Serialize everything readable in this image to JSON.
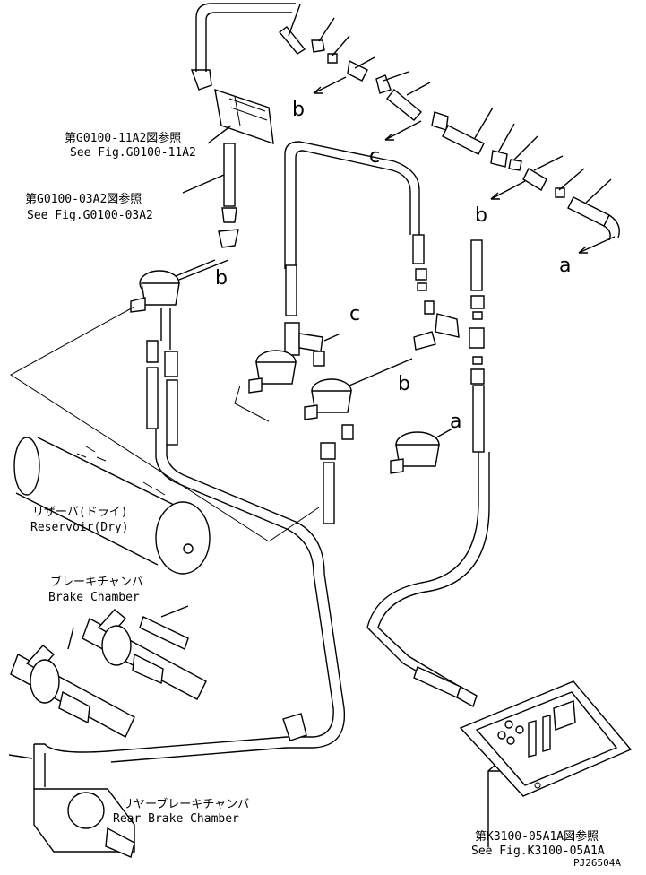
{
  "refs": {
    "g0100_11a2": {
      "jp": "第G0100-11A2図参照",
      "en": "See Fig.G0100-11A2"
    },
    "g0100_03a2": {
      "jp": "第G0100-03A2図参照",
      "en": "See Fig.G0100-03A2"
    },
    "k3100_05a1a": {
      "jp": "第K3100-05A1A図参照",
      "en": "See Fig.K3100-05A1A"
    }
  },
  "components": {
    "reservoir": {
      "jp": "リザーバ(ドライ)",
      "en": "Reservoir(Dry)"
    },
    "brake_chamber": {
      "jp": "ブレーキチャンバ",
      "en": "Brake Chamber"
    },
    "rear_brake_chamber": {
      "jp": "リヤーブレーキチャンバ",
      "en": "Rear Brake Chamber"
    }
  },
  "connection_letters": {
    "b1": "b",
    "b2": "b",
    "b3": "b",
    "b4": "b",
    "a1": "a",
    "a2": "a",
    "c1": "c",
    "c2": "c"
  },
  "drawing_number": "PJ26504A"
}
